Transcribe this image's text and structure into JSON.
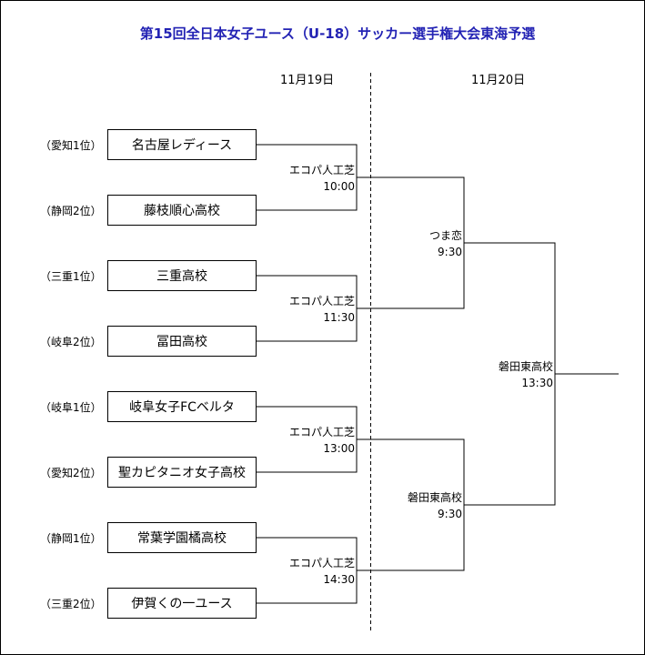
{
  "title": "第15回全日本女子ユース（U-18）サッカー選手権大会東海予選",
  "dates": [
    "11月19日",
    "11月20日"
  ],
  "teams": [
    {
      "seed": "（愛知1位）",
      "name": "名古屋レディース"
    },
    {
      "seed": "（静岡2位）",
      "name": "藤枝順心高校"
    },
    {
      "seed": "（三重1位）",
      "name": "三重高校"
    },
    {
      "seed": "（岐阜2位）",
      "name": "冨田高校"
    },
    {
      "seed": "（岐阜1位）",
      "name": "岐阜女子FCベルタ"
    },
    {
      "seed": "（愛知2位）",
      "name": "聖カピタニオ女子高校"
    },
    {
      "seed": "（静岡1位）",
      "name": "常葉学園橘高校"
    },
    {
      "seed": "（三重2位）",
      "name": "伊賀くの一ユース"
    }
  ],
  "round1": [
    {
      "venue": "エコパ人工芝",
      "time": "10:00"
    },
    {
      "venue": "エコパ人工芝",
      "time": "11:30"
    },
    {
      "venue": "エコパ人工芝",
      "time": "13:00"
    },
    {
      "venue": "エコパ人工芝",
      "time": "14:30"
    }
  ],
  "round2": [
    {
      "venue": "つま恋",
      "time": "9:30"
    },
    {
      "venue": "磐田東高校",
      "time": "9:30"
    }
  ],
  "final": {
    "venue": "磐田東高校",
    "time": "13:30"
  }
}
